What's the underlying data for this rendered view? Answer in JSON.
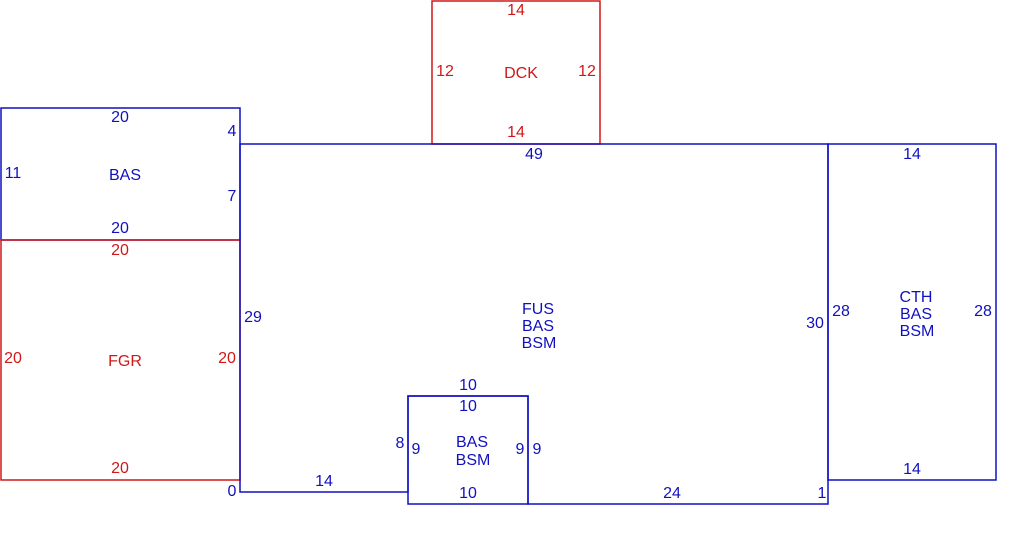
{
  "colors": {
    "main": "#1010c0",
    "garage_deck": "#d01818",
    "background": "#ffffff"
  },
  "areas": {
    "deck": {
      "codes": [
        "DCK"
      ],
      "dims": {
        "top": "14",
        "bottom": "14",
        "left": "12",
        "right": "12"
      }
    },
    "bas_left": {
      "codes": [
        "BAS"
      ],
      "dims": {
        "top": "20",
        "bottom": "20",
        "left": "11",
        "right_upper": "4",
        "right_lower": "7"
      }
    },
    "garage": {
      "codes": [
        "FGR"
      ],
      "dims": {
        "top": "20",
        "bottom": "20",
        "left": "20",
        "right": "20"
      }
    },
    "main": {
      "codes": [
        "FUS",
        "BAS",
        "BSM"
      ],
      "dims": {
        "top": "49",
        "left": "29",
        "right": "30",
        "bottom_left": "14",
        "bottom_right": "24",
        "corner_left": "0",
        "corner_right": "1"
      }
    },
    "bump": {
      "codes": [
        "BAS",
        "BSM"
      ],
      "dims": {
        "top_outer": "10",
        "top_inner": "10",
        "bottom": "10",
        "left_outer": "8",
        "left_inner": "9",
        "right_inner": "9",
        "right_outer": "9"
      }
    },
    "cth": {
      "codes": [
        "CTH",
        "BAS",
        "BSM"
      ],
      "dims": {
        "top": "14",
        "bottom": "14",
        "left": "28",
        "right": "28"
      }
    }
  }
}
